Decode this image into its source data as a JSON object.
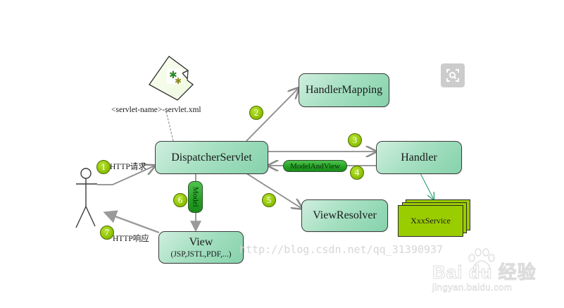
{
  "diagram": {
    "title": "Spring MVC request flow",
    "colors": {
      "node_fill": "#a6e0c2",
      "node_border": "#3c3c3c",
      "badge_fill": "#8fc400",
      "pill_fill": "#22a022",
      "service_fill": "#9acd00",
      "arrow": "#8c8c8c",
      "service_link": "#3fa57a",
      "watermark": "#d6d6d6"
    },
    "config_file": {
      "icon": "xml-document-icon",
      "label": "<servlet-name>-servlet.xml"
    },
    "actor": {
      "icon": "user-stick-figure-icon"
    },
    "nodes": {
      "dispatcher": {
        "title": "DispatcherServlet"
      },
      "handler_mapping": {
        "title": "HandlerMapping"
      },
      "handler": {
        "title": "Handler"
      },
      "view_resolver": {
        "title": "ViewResolver"
      },
      "view": {
        "title": "View",
        "subtitle": "(JSP,JSTL,PDF,...)"
      },
      "service": {
        "title": "XxxService"
      }
    },
    "steps": [
      {
        "number": "1",
        "label": "HTTP请求",
        "from": "actor",
        "to": "dispatcher"
      },
      {
        "number": "2",
        "label": "",
        "from": "dispatcher",
        "to": "handler_mapping"
      },
      {
        "number": "3",
        "label": "",
        "from": "dispatcher",
        "to": "handler"
      },
      {
        "number": "4",
        "label": "ModelAndView",
        "from": "handler",
        "to": "dispatcher"
      },
      {
        "number": "5",
        "label": "",
        "from": "dispatcher",
        "to": "view_resolver"
      },
      {
        "number": "6",
        "label": "Model",
        "from": "dispatcher",
        "to": "view"
      },
      {
        "number": "7",
        "label": "HTTP响应",
        "from": "view",
        "to": "actor"
      }
    ]
  },
  "overlay": {
    "zoom_button_icon": "image-search-icon",
    "watermark_url": "http://blog.csdn.net/qq_31390937",
    "baidu_brand": "Bai du 经验",
    "baidu_domain": "jingyan.baidu.com",
    "baidu_icon": "baidu-paw-icon"
  }
}
